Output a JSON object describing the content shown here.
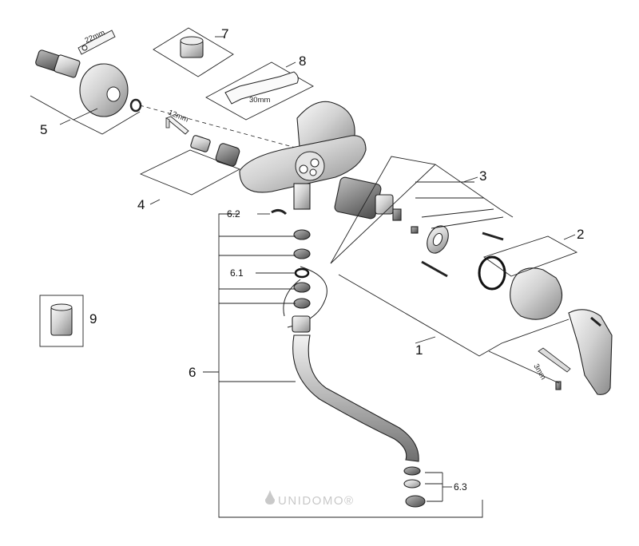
{
  "parts": [
    {
      "callout": "1"
    },
    {
      "callout": "2"
    },
    {
      "callout": "3"
    },
    {
      "callout": "4"
    },
    {
      "callout": "5"
    },
    {
      "callout": "6"
    },
    {
      "callout": "6.1"
    },
    {
      "callout": "6.2"
    },
    {
      "callout": "6.3"
    },
    {
      "callout": "7"
    },
    {
      "callout": "8"
    },
    {
      "callout": "9"
    }
  ],
  "dimensions": {
    "key_22": "22mm",
    "key_12": "12mm",
    "wrench_30": "30mm",
    "key_3": "3mm"
  },
  "watermark": "UNIDOMO®"
}
